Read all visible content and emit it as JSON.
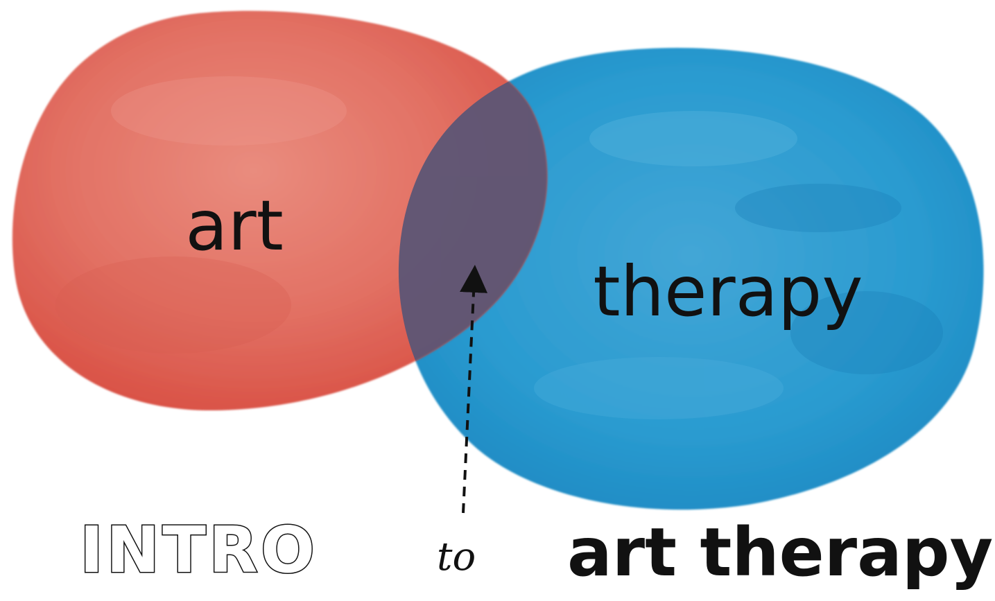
{
  "diagram": {
    "left_circle_label": "art",
    "right_circle_label": "therapy",
    "left_circle_color": "#e0655a",
    "right_circle_color": "#2f9fd3",
    "overlap_color": "#5b5674"
  },
  "caption": {
    "intro": "INTRO",
    "connector": "to",
    "subject": "art therapy"
  }
}
